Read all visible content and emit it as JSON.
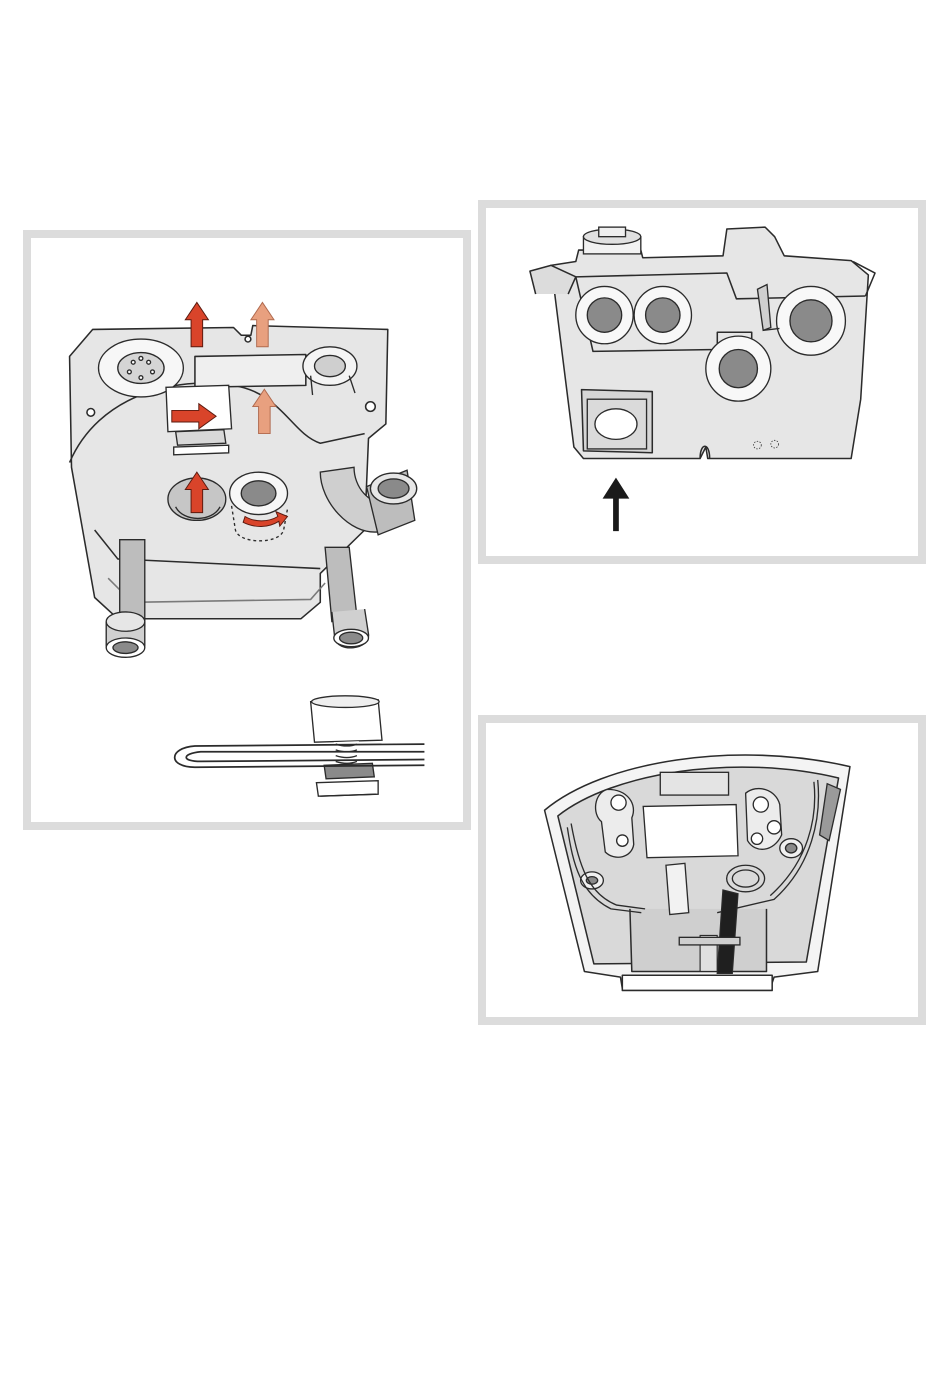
{
  "colors": {
    "frame": "#dcdcdc",
    "housing_fill": "#e6e6e6",
    "housing_shadow": "#cfcfcf",
    "outline": "#2b2b2b",
    "arrow_red": "#d9442a",
    "arrow_faded": "#e8a07f",
    "arrow_black": "#1a1a1a",
    "gland_inner": "#8a8a8a"
  },
  "figures": [
    {
      "id": "left",
      "icons": [
        "up-arrow-icon",
        "right-arrow-icon",
        "rotate-arrow-icon"
      ]
    },
    {
      "id": "top-right",
      "icons": [
        "up-arrow-icon"
      ]
    },
    {
      "id": "bottom-right",
      "icons": []
    }
  ]
}
